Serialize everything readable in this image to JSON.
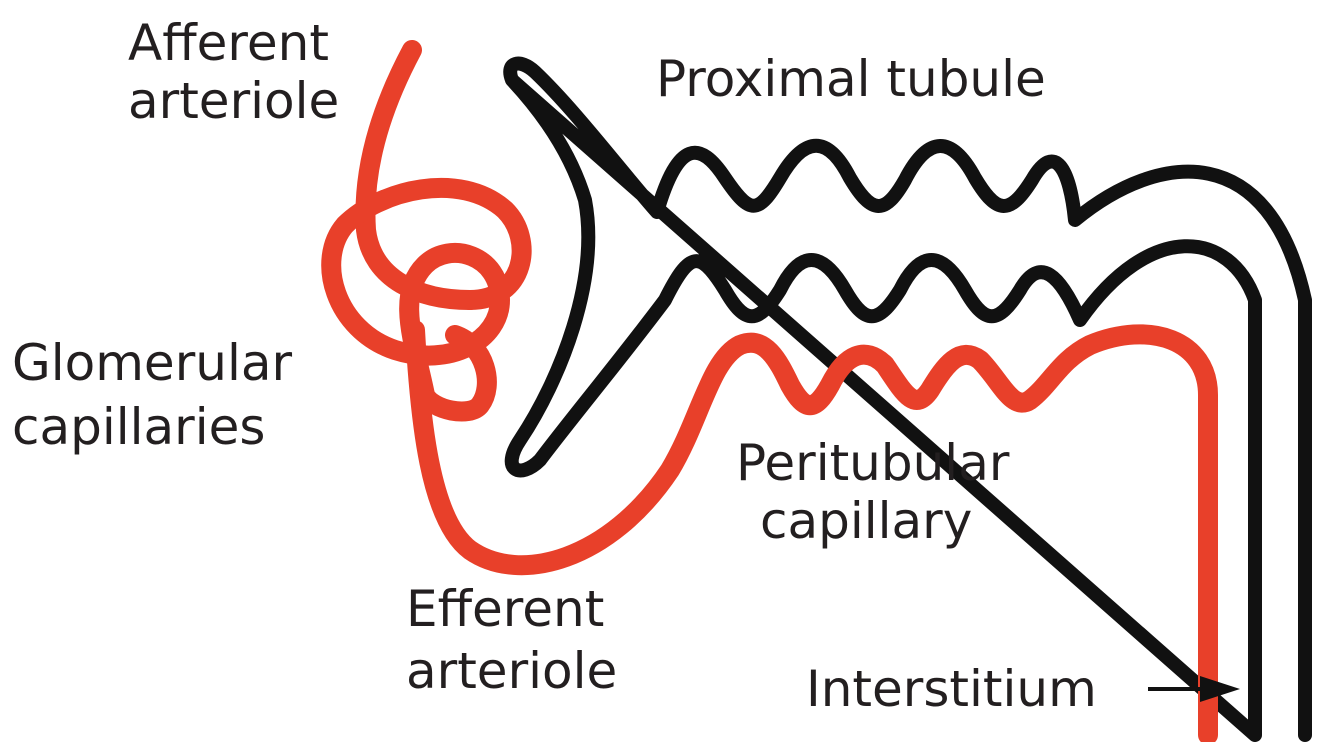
{
  "labels": {
    "afferent_arteriole": [
      "Afferent",
      "arteriole"
    ],
    "proximal_tubule": "Proximal tubule",
    "glomerular_capillaries": [
      "Glomerular",
      "capillaries"
    ],
    "peritubular_capillary": [
      "Peritubular",
      "capillary"
    ],
    "efferent_arteriole": [
      "Efferent",
      "arteriole"
    ],
    "interstitium": "Interstitium"
  },
  "colors": {
    "vessel": "#e8402a",
    "tubule": "#111111",
    "text": "#231f20",
    "background": "#ffffff"
  }
}
